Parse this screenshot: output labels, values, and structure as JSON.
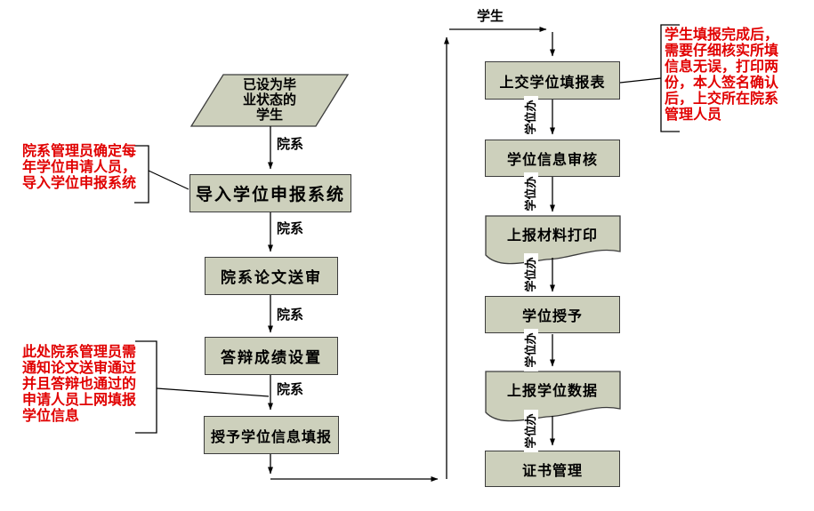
{
  "colors": {
    "shape_fill": "#cdd0bc",
    "shape_border": "#3c3c3c",
    "annotation_red": "#e10000",
    "connector": "#000000",
    "background": "#ffffff"
  },
  "start_node": {
    "lines": [
      "已设为毕",
      "业状态的",
      "学生"
    ]
  },
  "left_column": {
    "edge_label": "院系",
    "nodes": [
      {
        "label": "导入学位申报系统",
        "shape": "rectangle"
      },
      {
        "label": "院系论文送审",
        "shape": "rectangle"
      },
      {
        "label": "答辩成绩设置",
        "shape": "rectangle"
      },
      {
        "label": "授予学位信息填报",
        "shape": "rectangle"
      }
    ]
  },
  "top_edge_label": "学生",
  "right_column": {
    "edge_label": "学位办",
    "nodes": [
      {
        "label": "上交学位填报表",
        "shape": "rectangle"
      },
      {
        "label": "学位信息审核",
        "shape": "rectangle"
      },
      {
        "label": "上报材料打印",
        "shape": "document"
      },
      {
        "label": "学位授予",
        "shape": "rectangle"
      },
      {
        "label": "上报学位数据",
        "shape": "document"
      },
      {
        "label": "证书管理",
        "shape": "rectangle"
      }
    ]
  },
  "annotations": {
    "import_note": {
      "lines": [
        "院系管理员确定每",
        "年学位申请人员，",
        "导入学位申报系统"
      ]
    },
    "fill_note": {
      "lines": [
        "此处院系管理员需",
        "通知论文送审通过",
        "并且答辩也通过的",
        "申请人员上网填报",
        "学位信息"
      ]
    },
    "submit_note": {
      "lines": [
        "学生填报完成后，",
        "需要仔细核实所填",
        "信息无误，打印两",
        "份，本人签名确认",
        "后，上交所在院系",
        "管理人员"
      ]
    }
  }
}
